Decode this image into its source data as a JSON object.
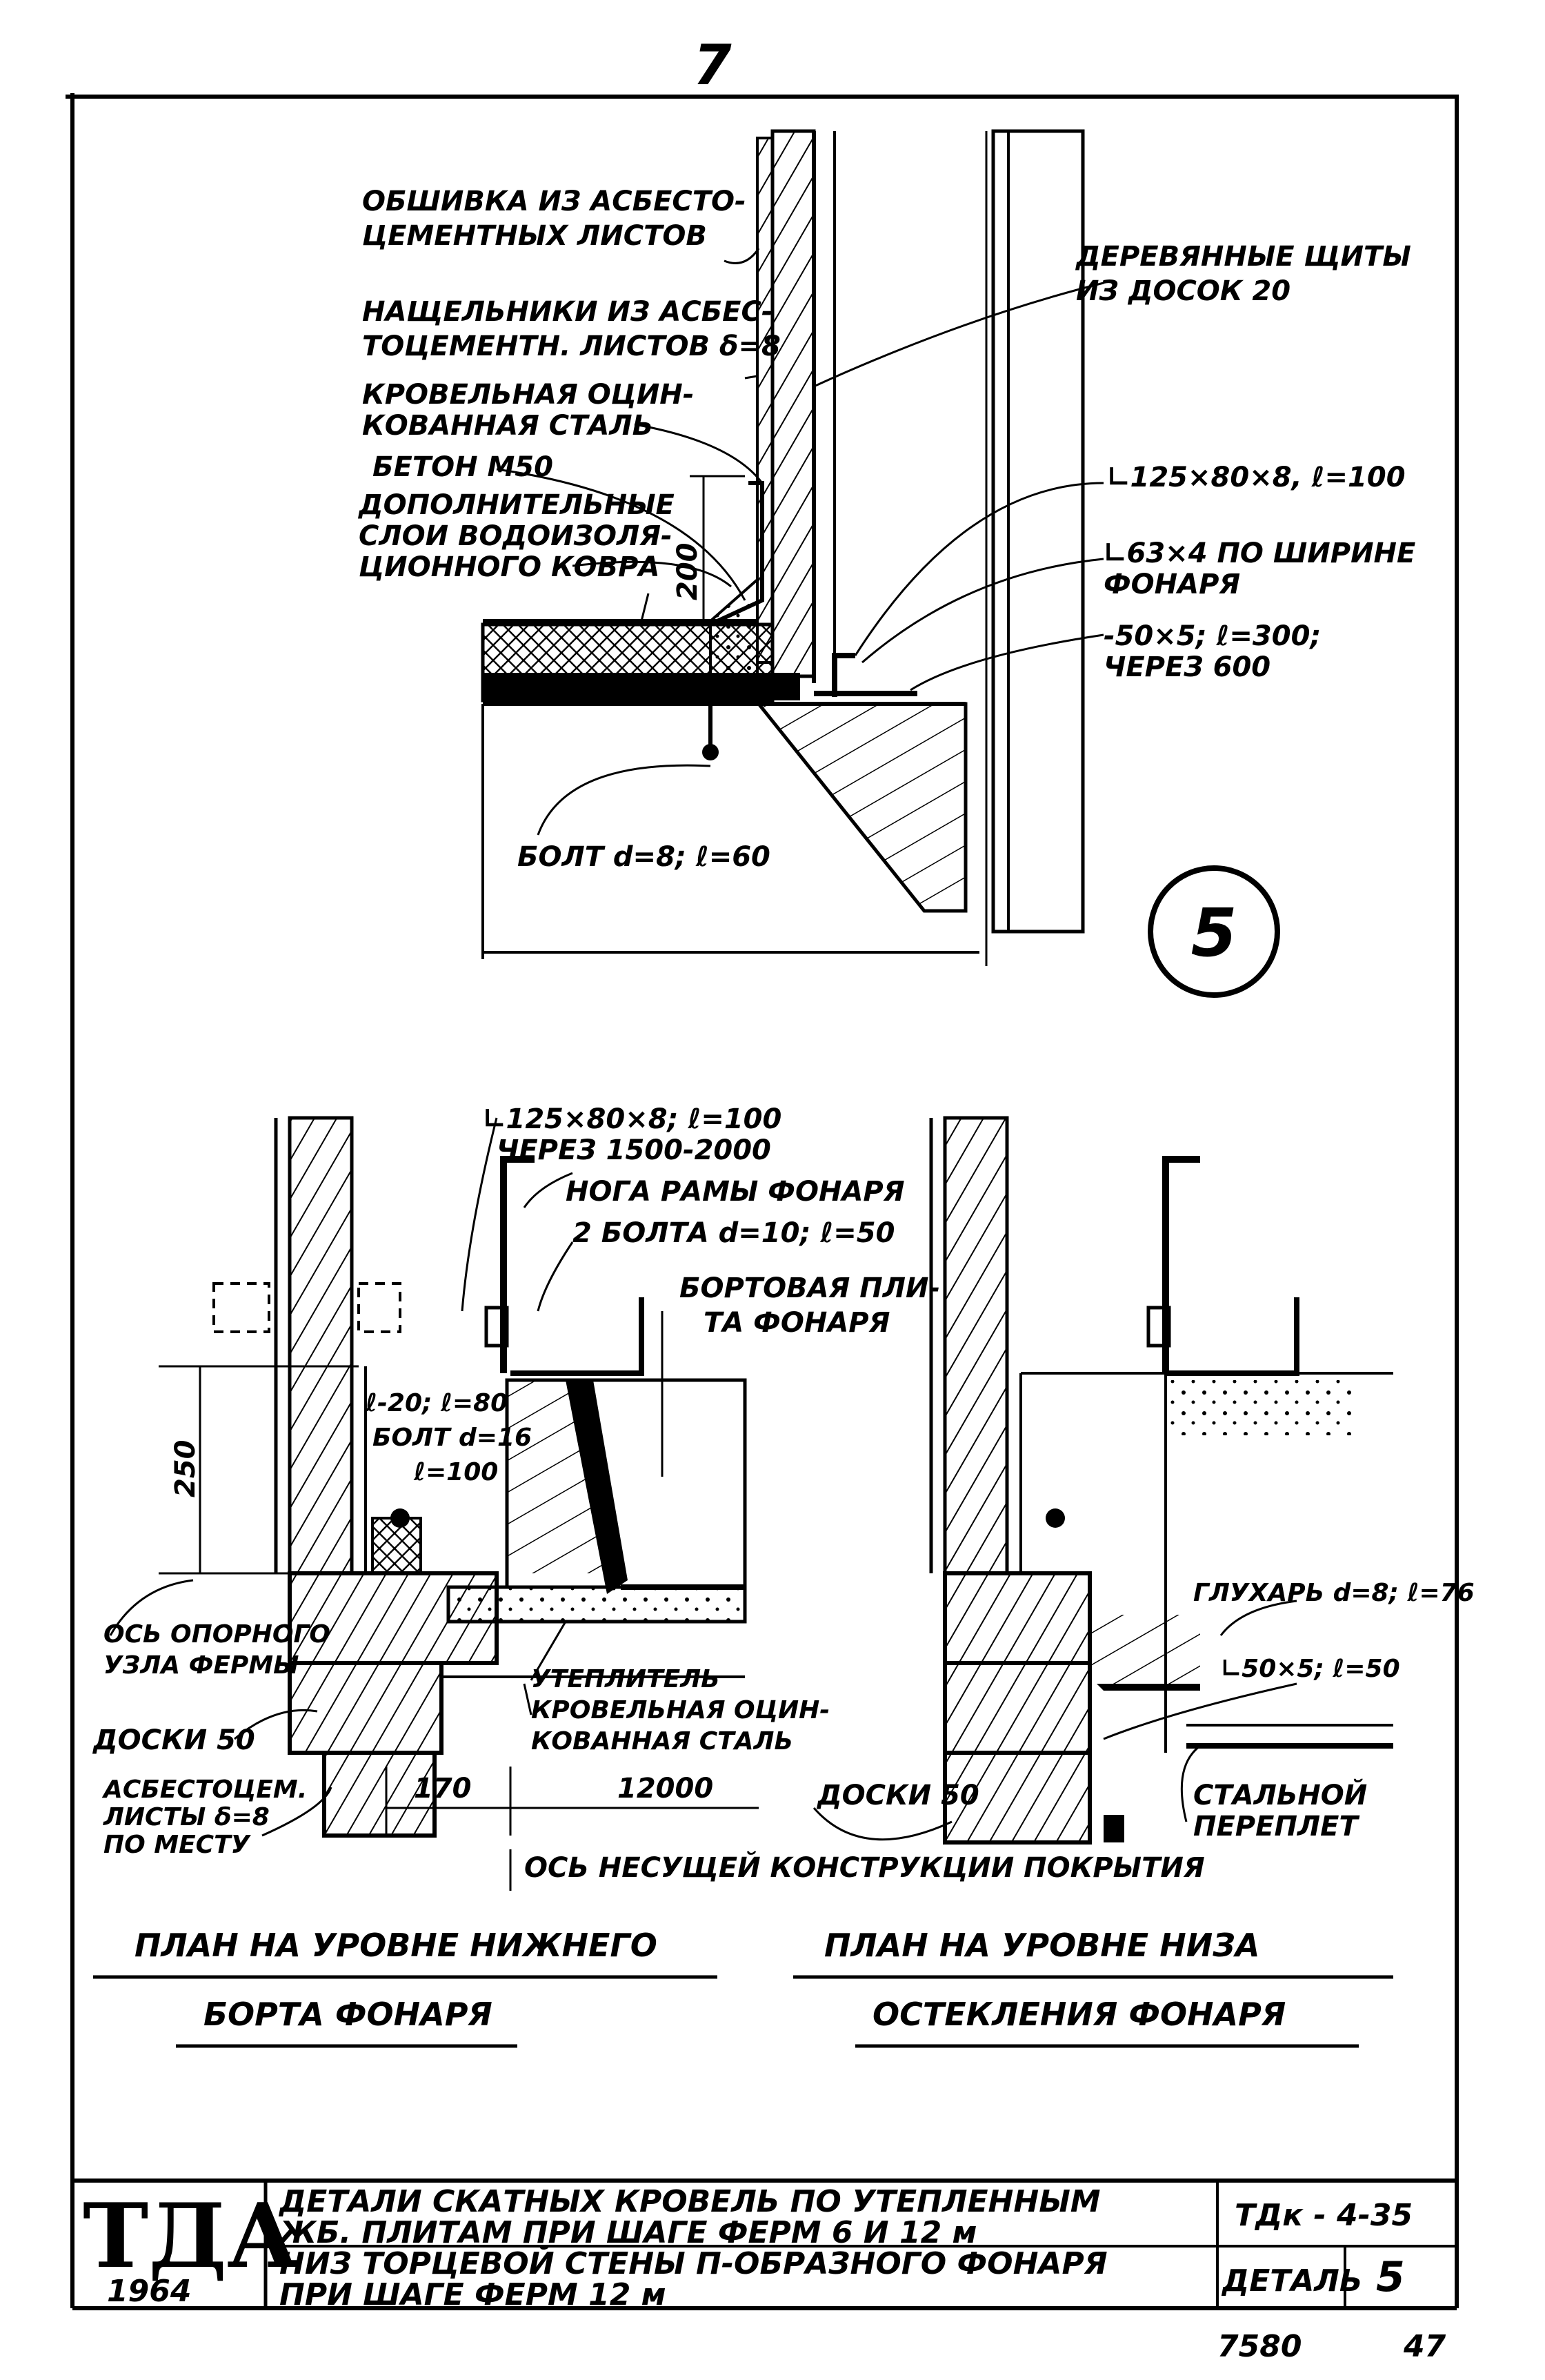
{
  "page_number": "7",
  "detail_marker": "5",
  "top_detail": {
    "labels": [
      "ОБШИВКА ИЗ АСБЕСТО-",
      "ЦЕМЕНТНЫХ ЛИСТОВ",
      "НАЩЕЛЬНИКИ ИЗ АСБЕС-",
      "ТОЦЕМЕНТН. ЛИСТОВ δ=8",
      "КРОВЕЛЬНАЯ ОЦИН-",
      "КОВАННАЯ СТАЛЬ",
      "БЕТОН М50",
      "ДОПОЛНИТЕЛЬНЫЕ",
      "СЛОИ ВОДОИЗОЛЯ-",
      "ЦИОННОГО КОВРА",
      "ДЕРЕВЯННЫЕ ЩИТЫ",
      "ИЗ ДОСОК 20",
      "∟125×80×8, ℓ=100",
      "∟63×4 ПО ШИРИНЕ",
      "ФОНАРЯ",
      "-50×5; ℓ=300;",
      "ЧЕРЕЗ 600",
      "БОЛТ d=8; ℓ=60"
    ],
    "dim_200": "200"
  },
  "left_plan": {
    "labels": [
      "∟125×80×8; ℓ=100",
      "ЧЕРЕЗ 1500-2000",
      "НОГА РАМЫ ФОНАРЯ",
      "2 БОЛТА d=10; ℓ=50",
      "БОРТОВАЯ ПЛИ-",
      "ТА ФОНАРЯ",
      "ℓ-20; ℓ=80",
      "БОЛТ d=16",
      "ℓ=100",
      "ОСЬ ОПОРНОГО",
      "УЗЛА ФЕРМЫ",
      "ДОСКИ 50",
      "АСБЕСТОЦЕМ.",
      "ЛИСТЫ δ=8",
      "ПО МЕСТУ",
      "УТЕПЛИТЕЛЬ",
      "КРОВЕЛЬНАЯ ОЦИН-",
      "КОВАННАЯ СТАЛЬ"
    ],
    "dim_250": "250",
    "dim_170": "170",
    "dim_12000": "12000",
    "caption_line1": "ПЛАН НА УРОВНЕ НИЖНЕГО",
    "caption_line2": "БОРТА ФОНАРЯ"
  },
  "right_plan": {
    "labels": [
      "ГЛУХАРЬ d=8; ℓ=76",
      "∟50×5; ℓ=50",
      "ДОСКИ 50",
      "СТАЛЬНОЙ",
      "ПЕРЕПЛЕТ"
    ],
    "caption_line1": "ПЛАН НА УРОВНЕ НИЗА",
    "caption_line2": "ОСТЕКЛЕНИЯ ФОНАРЯ"
  },
  "axis_note": "ОСЬ НЕСУЩЕЙ КОНСТРУКЦИИ ПОКРЫТИЯ",
  "title_block": {
    "org": "ТДА",
    "year": "1964",
    "title1_line1": "ДЕТАЛИ СКАТНЫХ КРОВЕЛЬ ПО УТЕПЛЕННЫМ",
    "title1_line2": "ЖБ. ПЛИТАМ ПРИ ШАГЕ ФЕРМ 6 И 12 м",
    "series": "ТДк - 4-35",
    "title2_line1": "НИЗ ТОРЦЕВОЙ СТЕНЫ П-ОБРАЗНОГО ФОНАРЯ",
    "title2_line2": "ПРИ ШАГЕ ФЕРМ 12 м",
    "detail_label": "ДЕТАЛЬ",
    "detail_no": "5"
  },
  "footer": {
    "sheet_code": "7580",
    "page": "47"
  }
}
